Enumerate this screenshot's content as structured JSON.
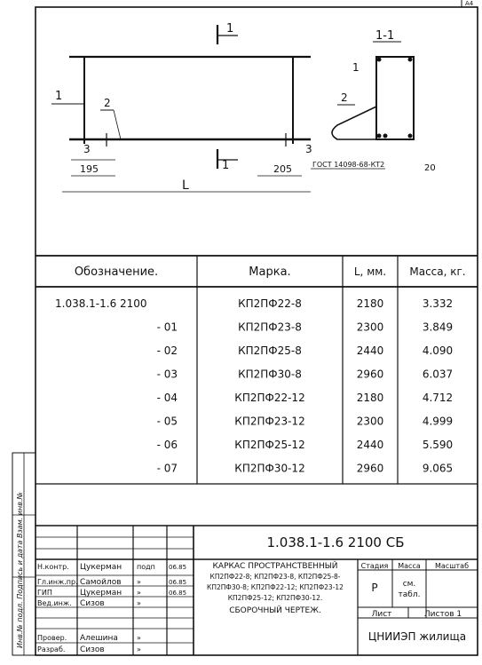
{
  "corner_mark": "A4",
  "drawing": {
    "section_mark": "1",
    "section_title": "1-1",
    "leader_1": "1",
    "leader_2": "2",
    "leader_3": "3",
    "dim_left": "195",
    "dim_right": "205",
    "dim_total": "L",
    "dim_hook": "20",
    "gost_note": "ГОСТ 14098-68-КТ2"
  },
  "spec_table": {
    "headers": [
      "Обозначение.",
      "Марка.",
      "L, мм.",
      "Масса, кг."
    ],
    "rows": [
      {
        "designation": "1.038.1-1.6   2100",
        "mark": "КП2ПФ22-8",
        "length": "2180",
        "mass": "3.332"
      },
      {
        "designation": "- 01",
        "mark": "КП2ПФ23-8",
        "length": "2300",
        "mass": "3.849"
      },
      {
        "designation": "- 02",
        "mark": "КП2ПФ25-8",
        "length": "2440",
        "mass": "4.090"
      },
      {
        "designation": "- 03",
        "mark": "КП2ПФ30-8",
        "length": "2960",
        "mass": "6.037"
      },
      {
        "designation": "- 04",
        "mark": "КП2ПФ22-12",
        "length": "2180",
        "mass": "4.712"
      },
      {
        "designation": "- 05",
        "mark": "КП2ПФ23-12",
        "length": "2300",
        "mass": "4.999"
      },
      {
        "designation": "- 06",
        "mark": "КП2ПФ25-12",
        "length": "2440",
        "mass": "5.590"
      },
      {
        "designation": "- 07",
        "mark": "КП2ПФ30-12",
        "length": "2960",
        "mass": "9.065"
      }
    ]
  },
  "title_block": {
    "doc_code": "1.038.1-1.6   2100 СБ",
    "signatures": [
      {
        "role": "Н.контр.",
        "name": "Цукерман",
        "mark": "подп",
        "date": "06.85"
      },
      {
        "role": "Гл.инж.пр.",
        "name": "Самойлов",
        "mark": "»",
        "date": "06.85"
      },
      {
        "role": "ГИП",
        "name": "Цукерман",
        "mark": "»",
        "date": "06.85"
      },
      {
        "role": "Вед.инж.",
        "name": "Сизов",
        "mark": "»",
        "date": ""
      },
      {
        "role": "",
        "name": "",
        "mark": "",
        "date": ""
      },
      {
        "role": "Провер.",
        "name": "Алешина",
        "mark": "»",
        "date": ""
      },
      {
        "role": "Разраб.",
        "name": "Сизов",
        "mark": "»",
        "date": ""
      }
    ],
    "description_lines": [
      "КАРКАС ПРОСТРАНСТВЕННЫЙ",
      "КП2ПФ22-8; КП2ПФ23-8, КП2ПФ25-8-",
      "КП2ПФ30-8; КП2ПФ22-12; КП2ПФ23-12",
      "КП2ПФ25-12;  КП2ПФ30-12.",
      "СБОРОЧНЫЙ   ЧЕРТЕЖ."
    ],
    "stage_label": "Стадия",
    "mass_label": "Масса",
    "scale_label": "Масштаб",
    "stage_value": "Р",
    "mass_value_1": "см.",
    "mass_value_2": "табл.",
    "sheet_label": "Лист",
    "sheets_label": "Листов 1",
    "org": "ЦНИИЭП жилища"
  },
  "side_strip": "Инв.№ подл.   Подпись и дата   Взам. инв.№"
}
